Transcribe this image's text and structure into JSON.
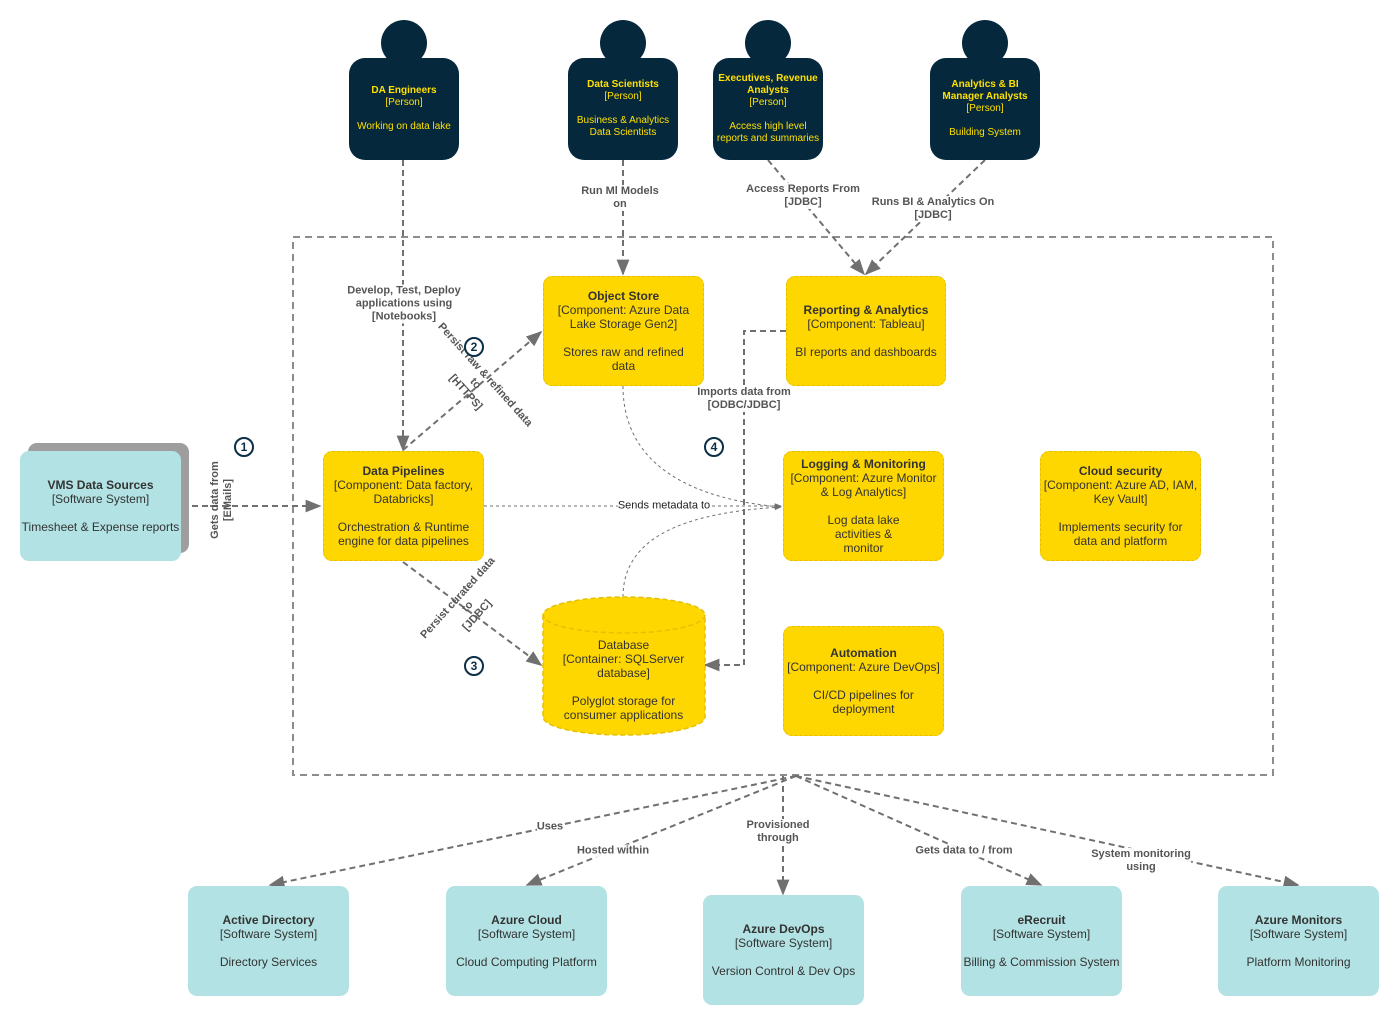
{
  "persons": [
    {
      "id": "da",
      "name": "DA Engineers",
      "type": "[Person]",
      "desc": [
        "Working on data lake"
      ]
    },
    {
      "id": "ds",
      "name": "Data Scientists",
      "type": "[Person]",
      "desc": [
        "Business & Analytics",
        "Data Scientists"
      ]
    },
    {
      "id": "exec",
      "name": "Executives, Revenue Analysts",
      "type": "[Person]",
      "desc": [
        "Access high level",
        "reports and summaries"
      ]
    },
    {
      "id": "bi",
      "name": "Analytics & BI Manager Analysts",
      "type": "[Person]",
      "desc": [
        "Building System"
      ]
    }
  ],
  "components": {
    "object_store": {
      "name": "Object Store",
      "type": "[Component: Azure Data Lake Storage Gen2]",
      "desc": "Stores raw and refined data"
    },
    "reporting": {
      "name": "Reporting & Analytics",
      "type": "[Component: Tableau]",
      "desc": "BI reports and dashboards"
    },
    "pipelines": {
      "name": "Data Pipelines",
      "type": "[Component: Data factory, Databricks]",
      "desc": "Orchestration & Runtime engine for data pipelines"
    },
    "logging": {
      "name": "Logging & Monitoring",
      "type": "[Component: Azure Monitor & Log Analytics]",
      "desc": "Log data lake activities & monitor"
    },
    "security": {
      "name": "Cloud security",
      "type": "[Component: Azure AD, IAM, Key Vault]",
      "desc": "Implements security for data and platform"
    },
    "database": {
      "name": "Database",
      "type": "[Container: SQLServer database]",
      "desc": "Polyglot storage for consumer applications"
    },
    "automation": {
      "name": "Automation",
      "type": "[Component: Azure DevOps]",
      "desc": "CI/CD pipelines for deployment"
    }
  },
  "systems": {
    "vms": {
      "name": "VMS Data Sources",
      "type": "[Software System]",
      "desc": "Timesheet & Expense reports"
    },
    "ad": {
      "name": "Active Directory",
      "type": "[Software System]",
      "desc": "Directory Services"
    },
    "cloud": {
      "name": "Azure Cloud",
      "type": "[Software System]",
      "desc": "Cloud Computing Platform"
    },
    "devops": {
      "name": "Azure DevOps",
      "type": "[Software System]",
      "desc": "Version Control & Dev Ops"
    },
    "erecruit": {
      "name": "eRecruit",
      "type": "[Software System]",
      "desc": "Billing & Commission System"
    },
    "monitors": {
      "name": "Azure Monitors",
      "type": "[Software System]",
      "desc": "Platform Monitoring"
    }
  },
  "relations": {
    "develop": [
      "Develop, Test, Deploy",
      "applications using",
      "[Notebooks]"
    ],
    "run_ml": [
      "Run Ml Models",
      "on"
    ],
    "access_reports": [
      "Access Reports From",
      "[JDBC]"
    ],
    "runs_bi": [
      "Runs BI & Analytics On",
      "[JDBC]"
    ],
    "gets_data": [
      "Gets data from",
      "[EMails]"
    ],
    "persist_raw": [
      "Persist raw & refined data",
      "to",
      "[HTTPS]"
    ],
    "imports_data": [
      "Imports data from",
      "[ODBC/JDBC]"
    ],
    "sends_metadata": [
      "Sends metadata to"
    ],
    "persist_curated": [
      "Persist curated data",
      "to",
      "[JDBC]"
    ],
    "uses": [
      "Uses"
    ],
    "hosted": [
      "Hosted within"
    ],
    "provisioned": [
      "Provisioned",
      "through"
    ],
    "gets_to_from": [
      "Gets data to / from"
    ],
    "sys_monitoring": [
      "System monitoring",
      "using"
    ]
  },
  "steps": [
    "1",
    "2",
    "3",
    "4"
  ],
  "colors": {
    "component": "#ffd700",
    "system": "#b2e2e3",
    "person": "#05283d",
    "person_text": "#ffe000",
    "edge": "#707070",
    "step": "#0a2f47"
  }
}
